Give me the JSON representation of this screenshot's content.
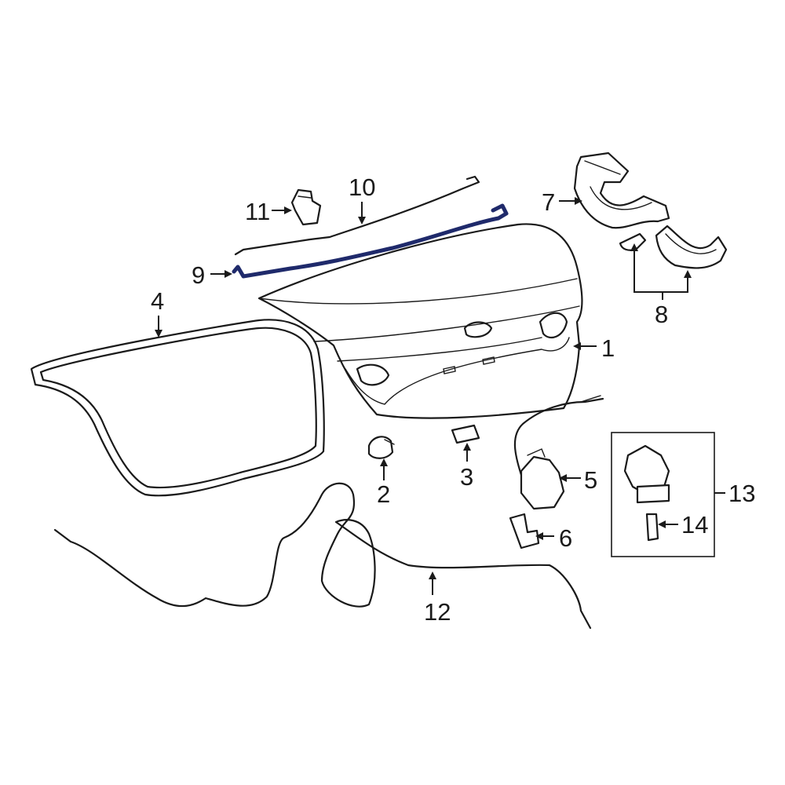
{
  "diagram": {
    "highlight_color": "#1f2a6b",
    "line_color": "#1a1a1a",
    "callouts": [
      {
        "id": "c1",
        "label": "1"
      },
      {
        "id": "c2",
        "label": "2"
      },
      {
        "id": "c3",
        "label": "3"
      },
      {
        "id": "c4",
        "label": "4"
      },
      {
        "id": "c5",
        "label": "5"
      },
      {
        "id": "c6",
        "label": "6"
      },
      {
        "id": "c7",
        "label": "7"
      },
      {
        "id": "c8",
        "label": "8"
      },
      {
        "id": "c9",
        "label": "9"
      },
      {
        "id": "c10",
        "label": "10"
      },
      {
        "id": "c11",
        "label": "11"
      },
      {
        "id": "c12",
        "label": "12"
      },
      {
        "id": "c13",
        "label": "13"
      },
      {
        "id": "c14",
        "label": "14"
      }
    ]
  }
}
